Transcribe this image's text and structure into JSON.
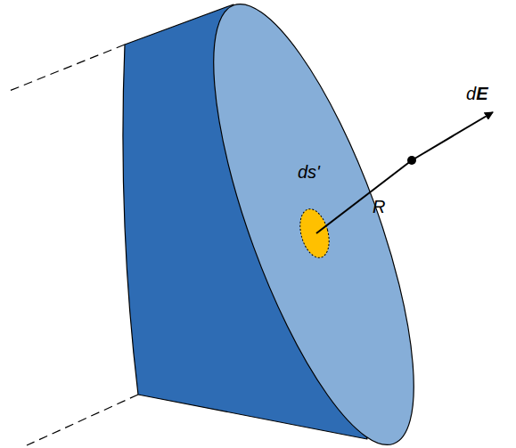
{
  "diagram": {
    "labels": [
      "ds'",
      "R",
      "dE"
    ]
  }
}
